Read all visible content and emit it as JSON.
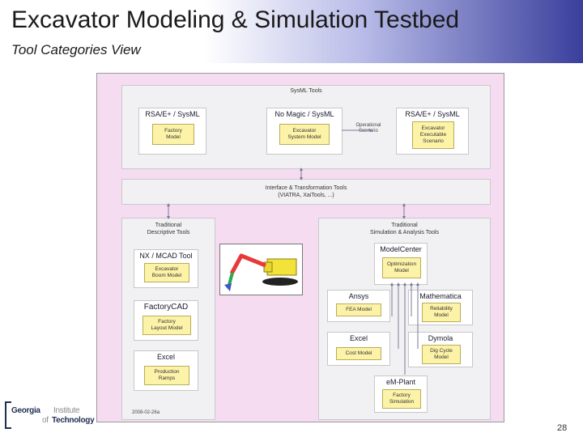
{
  "slide": {
    "title": "Excavator Modeling & Simulation Testbed",
    "subtitle": "Tool Categories View",
    "page_number": "28"
  },
  "logo": {
    "line1": "Georgia",
    "line1_suffix": "Institute",
    "line2_prefix": "of",
    "line2": "Technology"
  },
  "diagram": {
    "sysml_tools": {
      "title": "SysML Tools",
      "tools": [
        {
          "name": "RSA/E+ / SysML",
          "model": "Factory\nModel"
        },
        {
          "name": "No Magic / SysML",
          "model": "Excavator\nSystem Model"
        },
        {
          "name": "RSA/E+ / SysML",
          "model": "Excavator\nExecutable\nScenario"
        }
      ],
      "operational_scenario": "Operational\nScenario"
    },
    "interface": {
      "title": "Interface & Transformation Tools",
      "subtitle": "(VIATRA, XaiTools, ...)"
    },
    "descriptive": {
      "title": "Traditional\nDescriptive Tools",
      "tools": [
        {
          "name": "NX / MCAD Tool",
          "model": "Excavator\nBoom Model"
        },
        {
          "name": "FactoryCAD",
          "model": "Factory\nLayout Model"
        },
        {
          "name": "Excel",
          "model": "Production\nRamps"
        }
      ],
      "date": "2008-02-26a"
    },
    "simulation": {
      "title": "Traditional\nSimulation & Analysis Tools",
      "modelcenter": {
        "name": "ModelCenter",
        "model": "Optimization\nModel"
      },
      "tools": [
        {
          "name": "Ansys",
          "model": "FEA Model"
        },
        {
          "name": "Mathematica",
          "model": "Reliability\nModel"
        },
        {
          "name": "Excel",
          "model": "Cost Model"
        },
        {
          "name": "Dymola",
          "model": "Dig Cycle\nModel"
        }
      ],
      "emplant": {
        "name": "eM-Plant",
        "model": "Factory\nSimulation"
      }
    }
  },
  "colors": {
    "diagram_background": "#f5dcf0",
    "model_fill": "#fdf3a8",
    "title_gradient_end": "#3a3f9c",
    "excavator_boom": "#e8393a",
    "excavator_arm": "#2aa84a",
    "excavator_bucket": "#3a58c8",
    "excavator_body": "#f2e23a"
  }
}
